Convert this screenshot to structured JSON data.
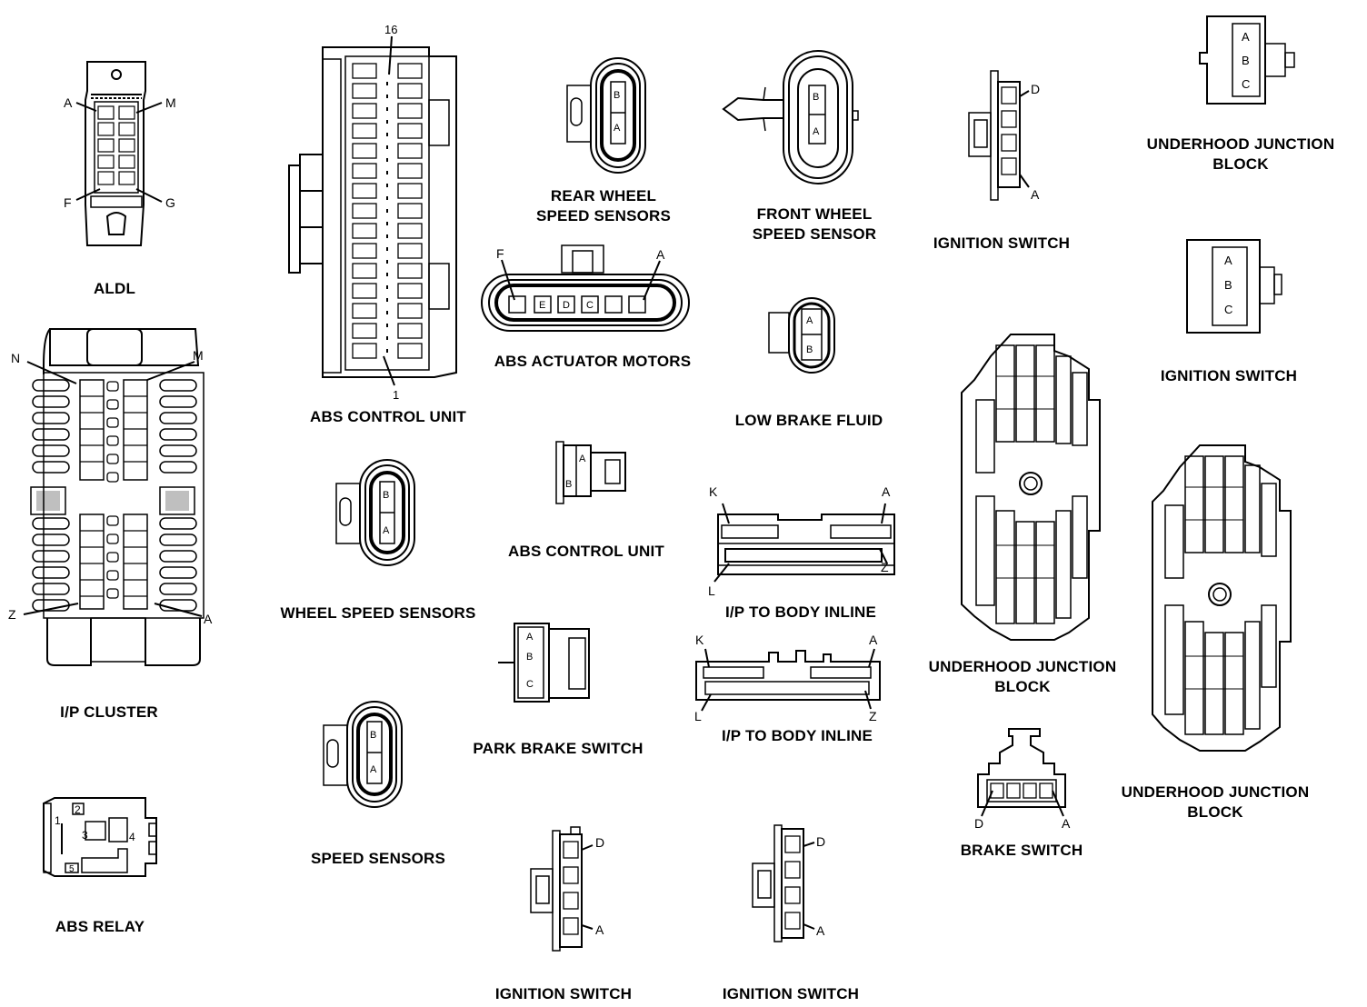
{
  "connectors": {
    "aldl": {
      "label": "ALDL",
      "pins": [
        "A",
        "M",
        "F",
        "G"
      ]
    },
    "ip_cluster": {
      "label": "I/P CLUSTER",
      "pins": [
        "N",
        "M",
        "Z",
        "A"
      ]
    },
    "abs_relay": {
      "label": "ABS RELAY",
      "cavities": [
        "1",
        "2",
        "3",
        "4",
        "5"
      ]
    },
    "abs_control_unit_main": {
      "label": "ABS CONTROL UNIT",
      "pins": [
        "16",
        "1"
      ]
    },
    "wheel_speed_sensors": {
      "label": "WHEEL SPEED SENSORS",
      "cavities": [
        "A",
        "B"
      ]
    },
    "speed_sensors": {
      "label": "SPEED SENSORS",
      "cavities": [
        "A",
        "B"
      ]
    },
    "rear_wheel_speed_sensors": {
      "label_lines": [
        "REAR WHEEL",
        "SPEED SENSORS"
      ],
      "cavities": [
        "A",
        "B"
      ]
    },
    "abs_actuator_motors": {
      "label": "ABS ACTUATOR MOTORS",
      "pins": [
        "F",
        "A"
      ],
      "cavities": [
        "E",
        "D",
        "C"
      ]
    },
    "abs_control_unit_small": {
      "label": "ABS CONTROL UNIT",
      "cavities": [
        "B",
        "A"
      ]
    },
    "park_brake_switch": {
      "label": "PARK BRAKE SWITCH",
      "cavities": [
        "C",
        "B",
        "A"
      ]
    },
    "ignition_switch_bottom_left": {
      "label": "IGNITION SWITCH",
      "pins": [
        "D",
        "A"
      ]
    },
    "ignition_switch_bottom_center": {
      "label": "IGNITION SWITCH",
      "pins": [
        "D",
        "A"
      ]
    },
    "front_wheel_speed_sensor": {
      "label_lines": [
        "FRONT WHEEL",
        "SPEED SENSOR"
      ],
      "cavities": [
        "A",
        "B"
      ]
    },
    "low_brake_fluid": {
      "label": "LOW BRAKE FLUID",
      "cavities": [
        "B",
        "A"
      ]
    },
    "ip_to_body_inline_upper": {
      "label": "I/P TO BODY INLINE",
      "pins": [
        "K",
        "A",
        "L",
        "Z"
      ]
    },
    "ip_to_body_inline_lower": {
      "label": "I/P TO BODY INLINE",
      "pins": [
        "K",
        "A",
        "L",
        "Z"
      ]
    },
    "ignition_switch_top": {
      "label": "IGNITION SWITCH",
      "pins": [
        "D",
        "A"
      ]
    },
    "underhood_junction_block_small": {
      "label_lines": [
        "UNDERHOOD JUNCTION",
        "BLOCK"
      ],
      "cavities": [
        "A",
        "B",
        "C"
      ]
    },
    "ignition_switch_right": {
      "label": "IGNITION SWITCH",
      "cavities": [
        "A",
        "B",
        "C"
      ]
    },
    "underhood_junction_block_center": {
      "label_lines": [
        "UNDERHOOD JUNCTION",
        "BLOCK"
      ]
    },
    "underhood_junction_block_right": {
      "label_lines": [
        "UNDERHOOD JUNCTION",
        "BLOCK"
      ]
    },
    "brake_switch": {
      "label": "BRAKE SWITCH",
      "pins": [
        "D",
        "A"
      ]
    }
  },
  "colors": {
    "line": "#000000",
    "background": "#ffffff"
  }
}
